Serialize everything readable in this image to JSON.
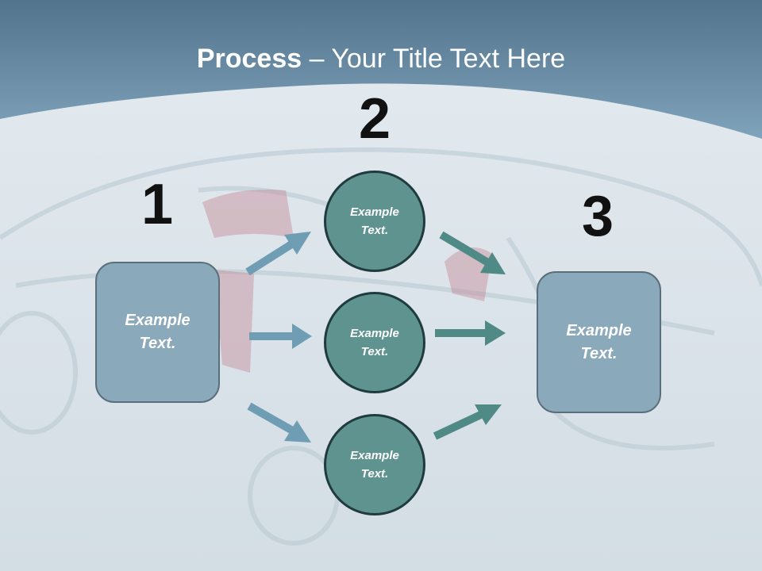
{
  "title": {
    "bold": "Process",
    "rest": " – Your Title Text Here"
  },
  "steps": [
    {
      "number": "1",
      "text": "Example\nText."
    },
    {
      "number": "2"
    },
    {
      "number": "3",
      "text": "Example\nText."
    }
  ],
  "circles": [
    {
      "text": "Example\nText."
    },
    {
      "text": "Example\nText."
    },
    {
      "text": "Example\nText."
    }
  ],
  "colors": {
    "header_blue": "#6e94ad",
    "box_fill": "#8aa9bb",
    "circle_fill": "#5f9390",
    "arrow_blue": "#6f9db3",
    "arrow_teal": "#4f8a86"
  }
}
